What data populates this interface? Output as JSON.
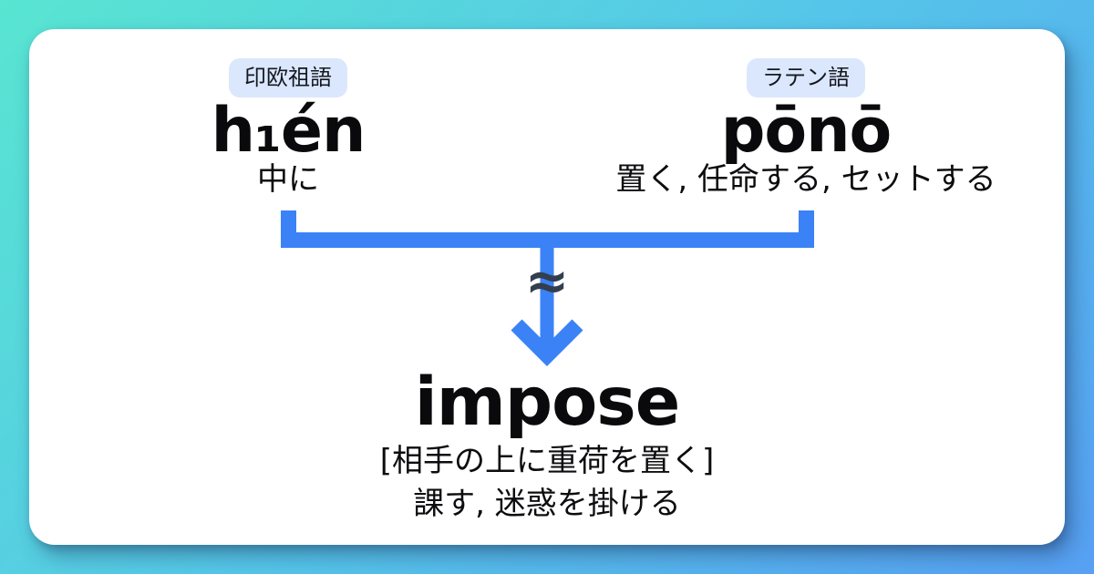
{
  "theme": {
    "background_gradient": [
      "#58e5d1",
      "#55c6e9",
      "#57a0f3"
    ],
    "card_background": "#ffffff",
    "connector_blue": "#3b82f6",
    "approx_symbol_color": "#333e4f",
    "badge_background": "#dbe7fc",
    "text_color": "#0a0a0c"
  },
  "etymology": {
    "sources": [
      {
        "language_badge": "印欧祖語",
        "word": "h₁én",
        "meaning": "中に"
      },
      {
        "language_badge": "ラテン語",
        "word": "pōnō",
        "meaning": "置く, 任命する, セットする"
      }
    ],
    "relation_symbol": "≈",
    "result": {
      "word": "impose",
      "literal_sense": "[相手の上に重荷を置く]",
      "meanings": "課す, 迷惑を掛ける"
    }
  }
}
